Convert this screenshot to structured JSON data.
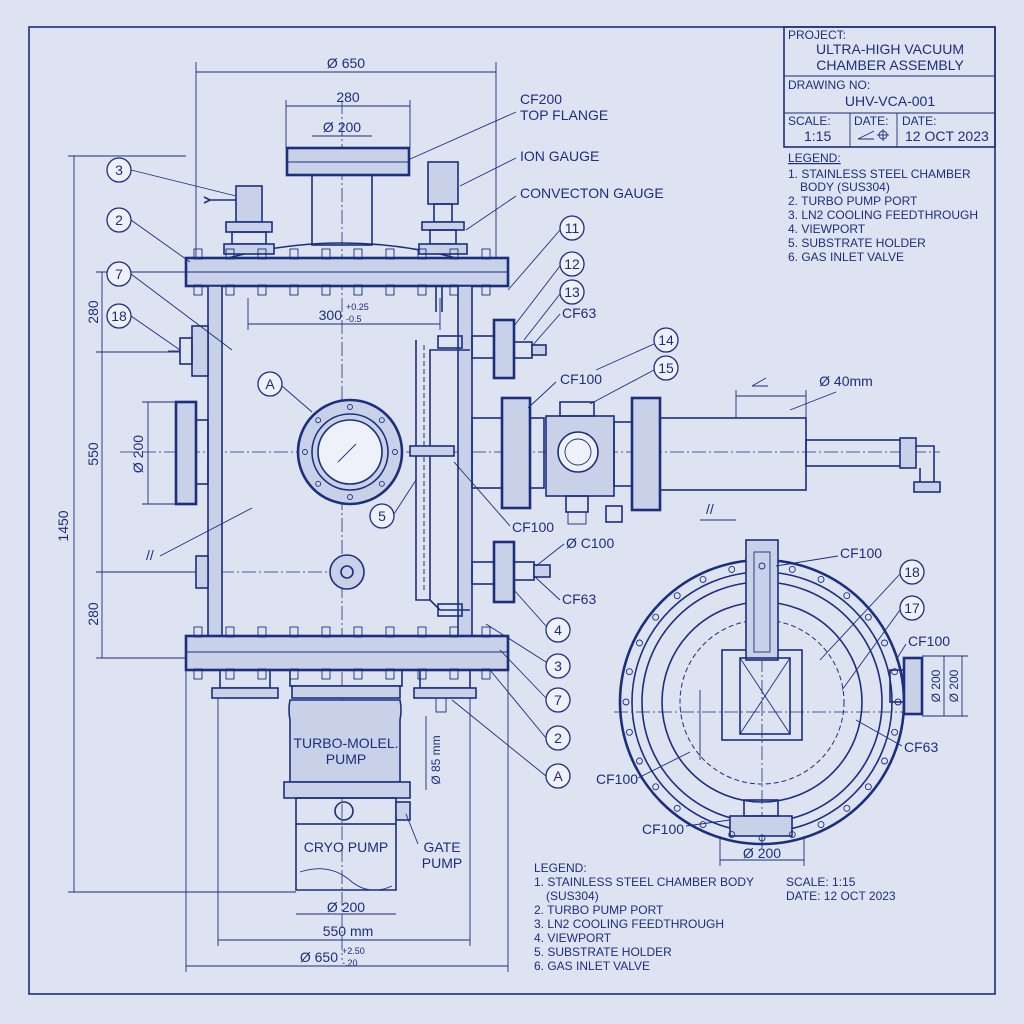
{
  "title_block": {
    "project_label": "PROJECT:",
    "project_line1": "ULTRA-HIGH VACUUM",
    "project_line2": "CHAMBER ASSEMBLY",
    "drawing_no_label": "DRAWING NO:",
    "drawing_no": "UHV-VCA-001",
    "scale_label": "SCALE:",
    "scale": "1:15",
    "date_label": "DATE:",
    "date_label_2": "DATE:",
    "date": "12 OCT 2023"
  },
  "legend_top": {
    "heading": "LEGEND:",
    "items": [
      "1. STAINLESS STEEL CHAMBER",
      "   BODY (SUS304)",
      "2. TURBO PUMP PORT",
      "3. LN2 COOLING FEEDTHROUGH",
      "4. VIEWPORT",
      "5. SUBSTRATE HOLDER",
      "6. GAS INLET VALVE"
    ]
  },
  "legend_bottom": {
    "heading": "LEGEND:",
    "items": [
      "1. STAINLESS STEEL CHAMBER BODY",
      "   (SUS304)",
      "2. TURBO PUMP PORT",
      "3. LN2 COOLING FEEDTHROUGH",
      "4. VIEWPORT",
      "5. SUBSTRATE HOLDER",
      "6. GAS INLET VALVE"
    ],
    "scale_text": "SCALE: 1:15",
    "date_text": "DATE: 12 OCT 2023"
  },
  "dimensions": {
    "d650_top": "Ø 650",
    "w280": "280",
    "d200_top": "Ø 200",
    "w300": "300",
    "tol_plus": "+0.25",
    "tol_minus": "-0.5",
    "h280_upper": "280",
    "h550": "550",
    "d200_left": "Ø 200",
    "h1450": "1450",
    "h280_lower": "280",
    "h85": "Ø 85 mm",
    "d200_bottom": "Ø 200",
    "w550": "550 mm",
    "d650_bottom": "Ø 650",
    "tol2_plus": "+2.50",
    "tol2_minus": "-.20",
    "d40": "Ø 40mm",
    "d200_plan": "Ø 200",
    "d200_side_a": "Ø 200",
    "d200_side_b": "Ø 200",
    "slash_mark": "//",
    "slash_mark_2": "//"
  },
  "callouts": {
    "cf200": "CF200",
    "top_flange": "TOP FLANGE",
    "ion_gauge": "ION GAUGE",
    "convection_gauge": "CONVECTON GAUGE",
    "cf63_a": "CF63",
    "cf100_a": "CF100",
    "cf100_b": "CF100",
    "c100": "Ø C100",
    "cf63_b": "CF63",
    "turbo_pump_1": "TURBO-MOLEL.",
    "turbo_pump_2": "PUMP",
    "cryo_pump": "CRYO PUMP",
    "gate_pump_1": "GATE",
    "gate_pump_2": "PUMP",
    "plan_cf100_top": "CF100",
    "plan_cf100_right": "CF100",
    "plan_cf63": "CF63",
    "plan_cf100_left": "CF100",
    "plan_cf100_bottom": "CF100"
  },
  "bubbles": {
    "b3_top": "3",
    "b2_top": "2",
    "b7_top": "7",
    "b18_left": "18",
    "bA_view": "A",
    "b5": "5",
    "b11": "11",
    "b12": "12",
    "b13": "13",
    "b14": "14",
    "b15": "15",
    "b4": "4",
    "b3_low": "3",
    "b7_low": "7",
    "b2_low": "2",
    "bA_low": "A",
    "b18_plan": "18",
    "b17_plan": "17"
  },
  "colors": {
    "paper": "#dde3f1",
    "ink": "#1c2f7e"
  }
}
